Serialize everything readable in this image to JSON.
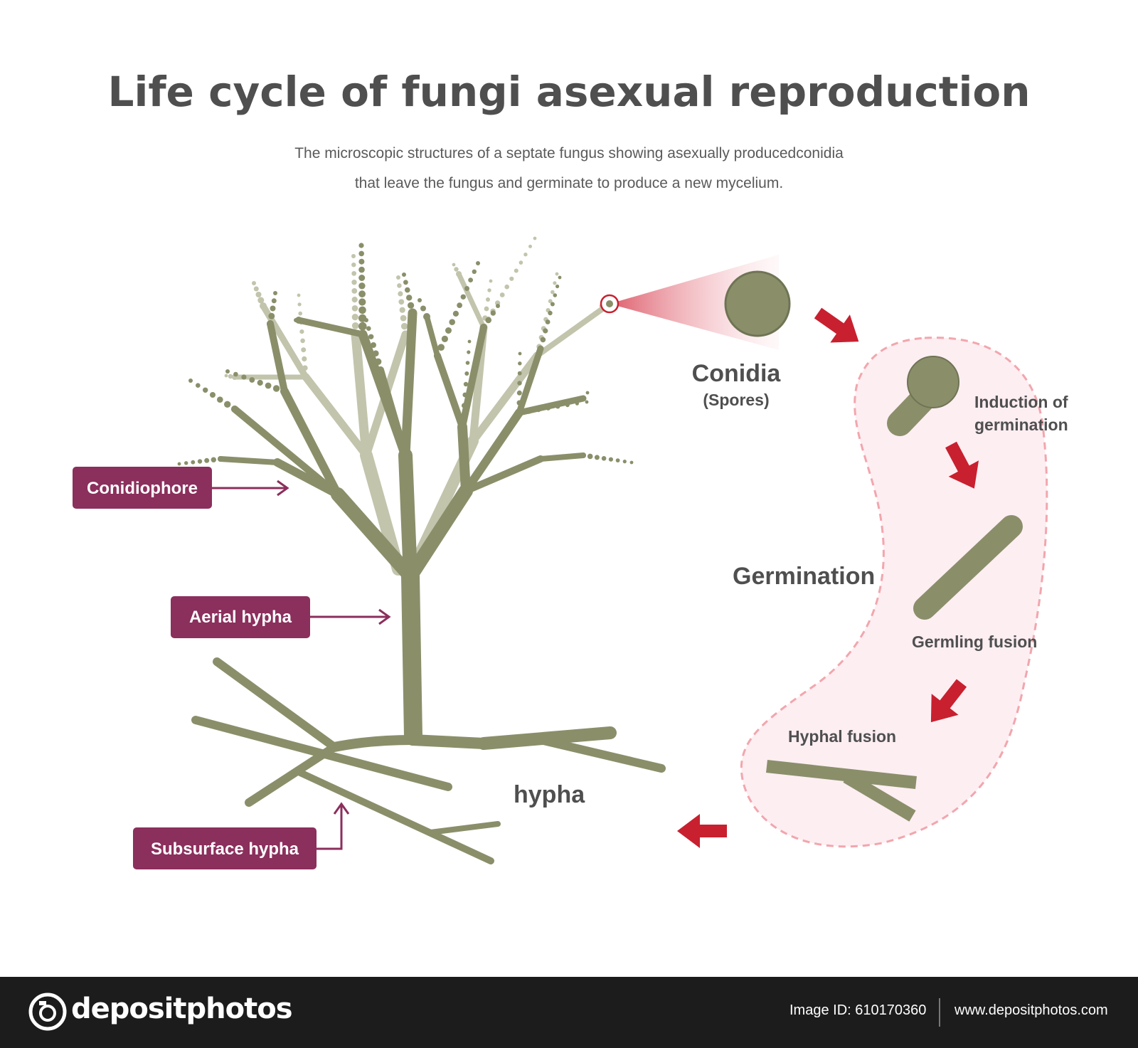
{
  "title": "Life cycle of fungi asexual reproduction",
  "subtitle_line1": "The microscopic structures of a septate fungus showing asexually producedconidia",
  "subtitle_line2": "that leave the fungus and germinate to produce a new mycelium.",
  "labels": {
    "conidia": "Conidia",
    "spores": "(Spores)",
    "induction_1": "Induction of",
    "induction_2": "germination",
    "germination": "Germination",
    "germling_fusion": "Germling fusion",
    "hyphal_fusion": "Hyphal fusion",
    "hypha": "hypha"
  },
  "tags": {
    "conidiophore": "Conidiophore",
    "aerial_hypha": "Aerial hypha",
    "subsurface_hypha": "Subsurface hypha"
  },
  "footer": {
    "brand": "depositphotos",
    "image_id": "Image ID: 610170360",
    "site": "www.depositphotos.com"
  },
  "colors": {
    "hypha": "#8a8f6a",
    "hypha_light": "#c2c4ac",
    "tag": "#8b2f5c",
    "arrow": "#c8202f",
    "region_fill": "#fdeef2",
    "region_stroke": "#f2a6ad",
    "footer_bg": "#1c1c1c"
  }
}
